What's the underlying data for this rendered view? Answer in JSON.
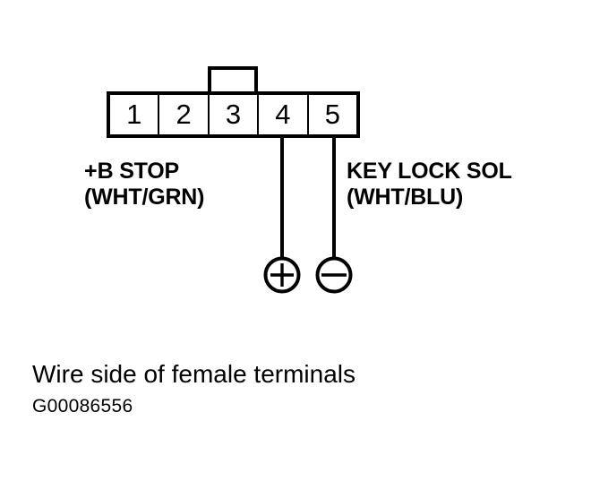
{
  "diagram": {
    "title": "Wire side of female terminals",
    "figure_id": "G00086556",
    "line_color": "#000000",
    "background_color": "#ffffff",
    "connector": {
      "name": "5-cavity female connector",
      "cavity_count": 5,
      "has_lock_tab": true,
      "lock_tab_position": "top-center-above-cavity-3",
      "cavities": [
        {
          "number": "1",
          "occupied": false
        },
        {
          "number": "2",
          "occupied": false
        },
        {
          "number": "3",
          "occupied": false
        },
        {
          "number": "4",
          "occupied": true
        },
        {
          "number": "5",
          "occupied": true
        }
      ]
    },
    "callouts": [
      {
        "id": "callout-b-stop",
        "plus_prefix": "+",
        "circuit": "B STOP",
        "wire_color": "(WHT/GRN)",
        "pin": "4",
        "polarity": "plus"
      },
      {
        "id": "callout-key-lock-sol",
        "plus_prefix": "",
        "circuit": "KEY LOCK SOL",
        "wire_color": "(WHT/BLU)",
        "pin": "5",
        "polarity": "minus"
      }
    ],
    "polarity_symbols": [
      {
        "id": "plus-terminal",
        "symbol": "plus",
        "pin": "4"
      },
      {
        "id": "minus-terminal",
        "symbol": "minus",
        "pin": "5"
      }
    ]
  }
}
